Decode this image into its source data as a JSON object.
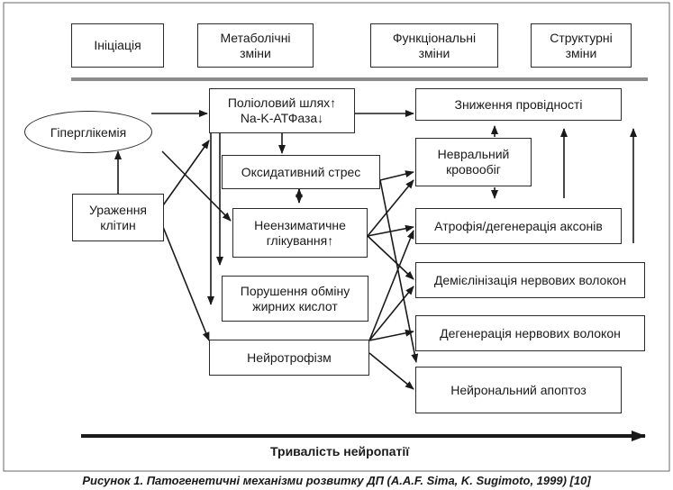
{
  "phases": [
    "Ініціація",
    "Метаболічні зміни",
    "Функціональні зміни",
    "Структурні зміни"
  ],
  "nodes": {
    "hyperglycemia": "Гіперглікемія",
    "cell_damage": "Ураження клітин",
    "polyol_line1": "Поліоловий шлях↑",
    "polyol_line2": "Na-K-АТФаза↓",
    "oxidative": "Оксидативний стрес",
    "glycation_line1": "Неензиматичне",
    "glycation_line2": "глікування↑",
    "fatty_line1": "Порушення обміну",
    "fatty_line2": "жирних кислот",
    "neurotrophism": "Нейротрофізм",
    "conduction": "Зниження провідності",
    "blood_line1": "Невральний",
    "blood_line2": "кровообіг",
    "atrophy": "Атрофія/дегенерація аксонів",
    "demyelination": "Демієлінізація нервових волокон",
    "degeneration": "Дегенерація нервових волокон",
    "apoptosis": "Нейрональний апоптоз"
  },
  "axis_label": "Тривалість нейропатії",
  "caption": "Рисунок 1. Патогенетичні механізми розвитку ДП (A.A.F. Sima, K. Sugimoto, 1999) [10]"
}
